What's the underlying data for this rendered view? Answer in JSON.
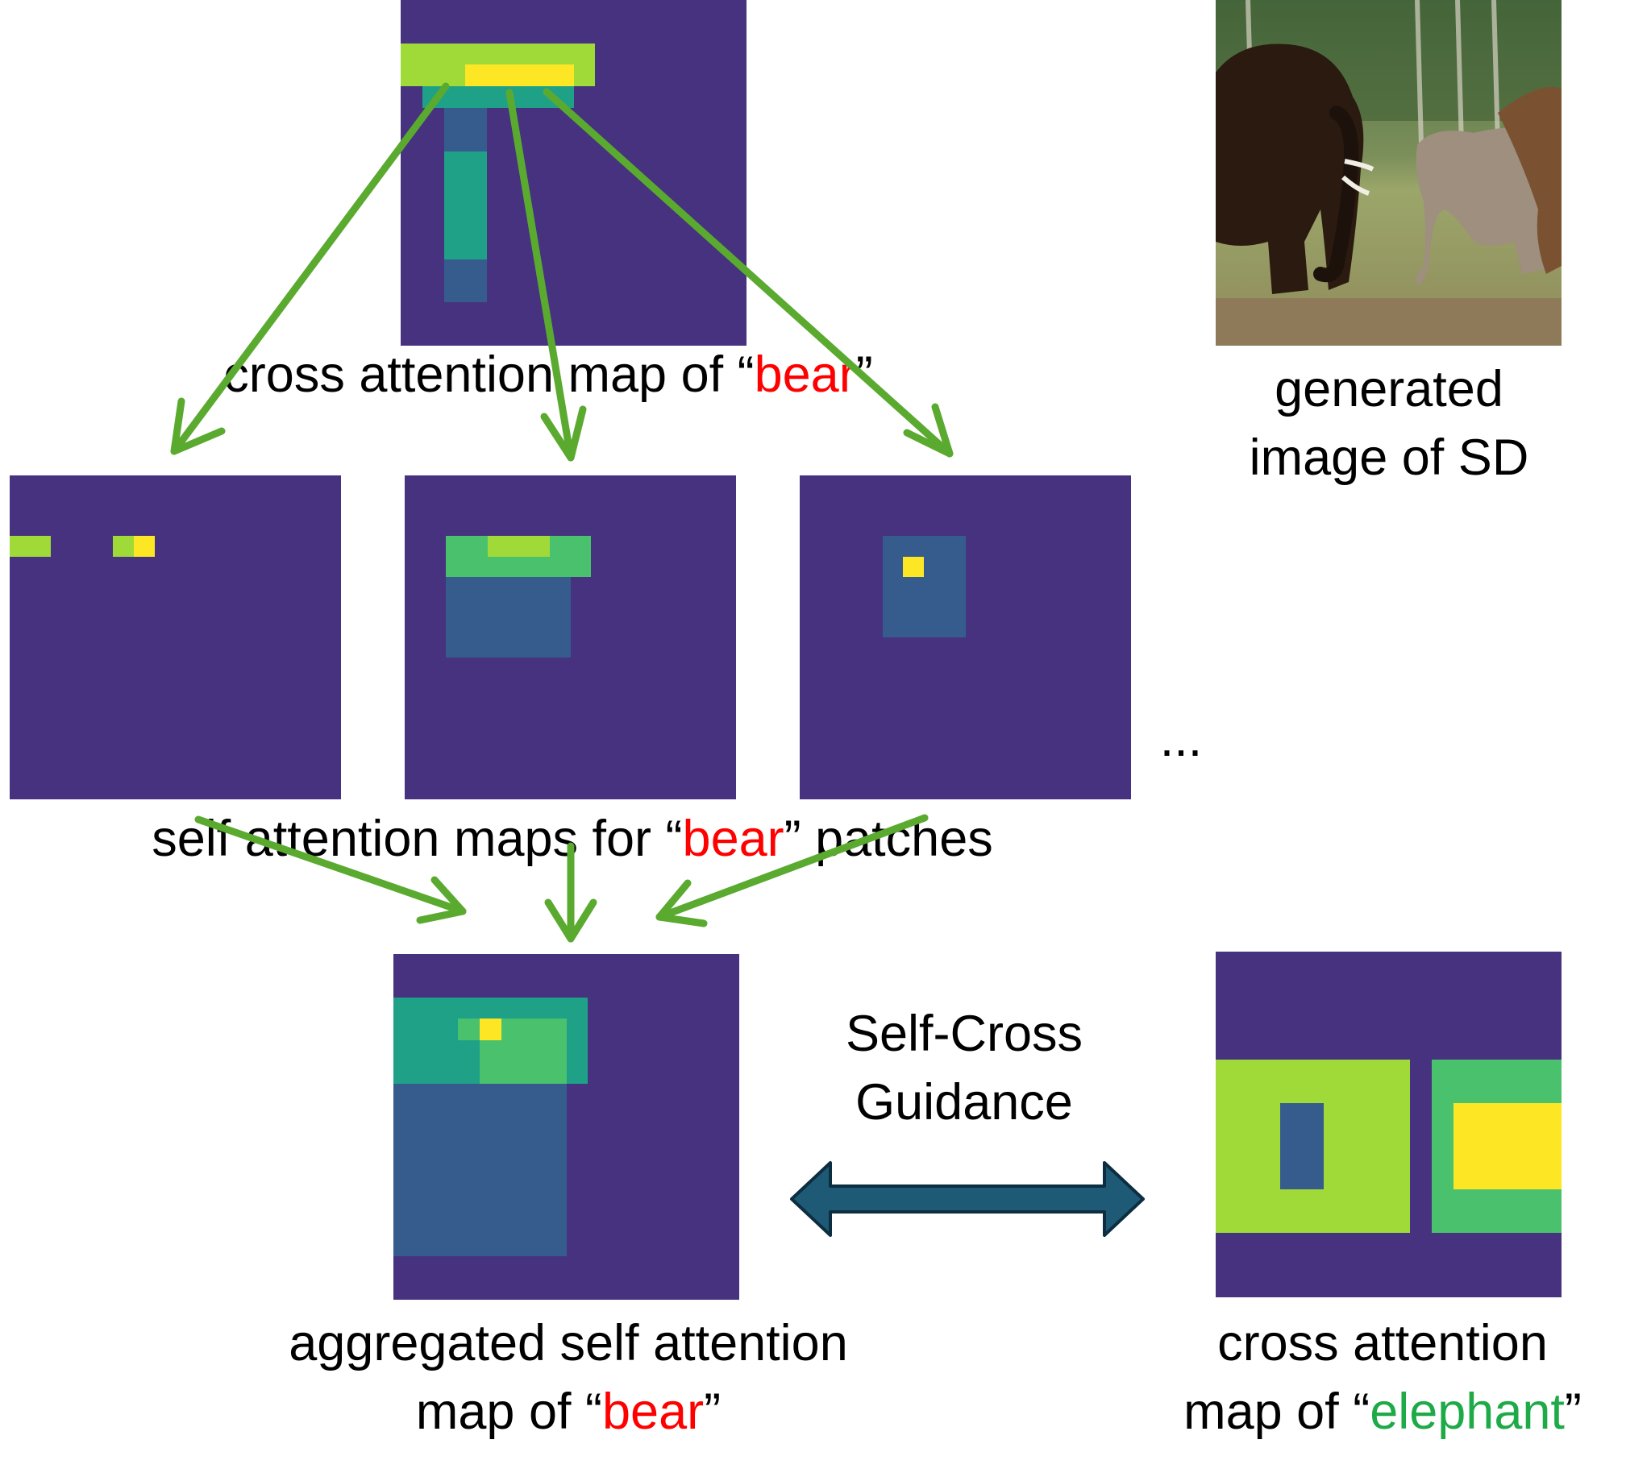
{
  "labels": {
    "cross_bear": {
      "before": "cross attention map of “",
      "word": "bear",
      "after": "”"
    },
    "generated": {
      "line1": "generated",
      "line2": "image of SD"
    },
    "self_maps": {
      "before": "self attention maps for “",
      "word": "bear",
      "after": "” patches"
    },
    "ellipsis": "...",
    "guidance": {
      "line1": "Self-Cross",
      "line2": "Guidance"
    },
    "aggregated": {
      "line1": "aggregated self attention",
      "line2_before": "map of “",
      "word": "bear",
      "line2_after": "”"
    },
    "cross_elephant": {
      "line1": "cross attention",
      "line2_before": "map of “",
      "word": "elephant",
      "line2_after": "”"
    }
  },
  "colors": {
    "arrow_green": "#5aaa30",
    "double_arrow_fill": "#1e5a75",
    "double_arrow_stroke": "#0d2d40",
    "highlight_bear": "#ff0000",
    "highlight_elephant": "#1faa48",
    "viridis": [
      "#440154",
      "#46327e",
      "#365c8d",
      "#277f8e",
      "#1fa187",
      "#4ac16d",
      "#a0da39",
      "#fde725"
    ]
  },
  "icons": {
    "photo": "bear-and-elephant-photo",
    "arrows": "green-arrow",
    "bidirectional": "double-headed-arrow"
  }
}
